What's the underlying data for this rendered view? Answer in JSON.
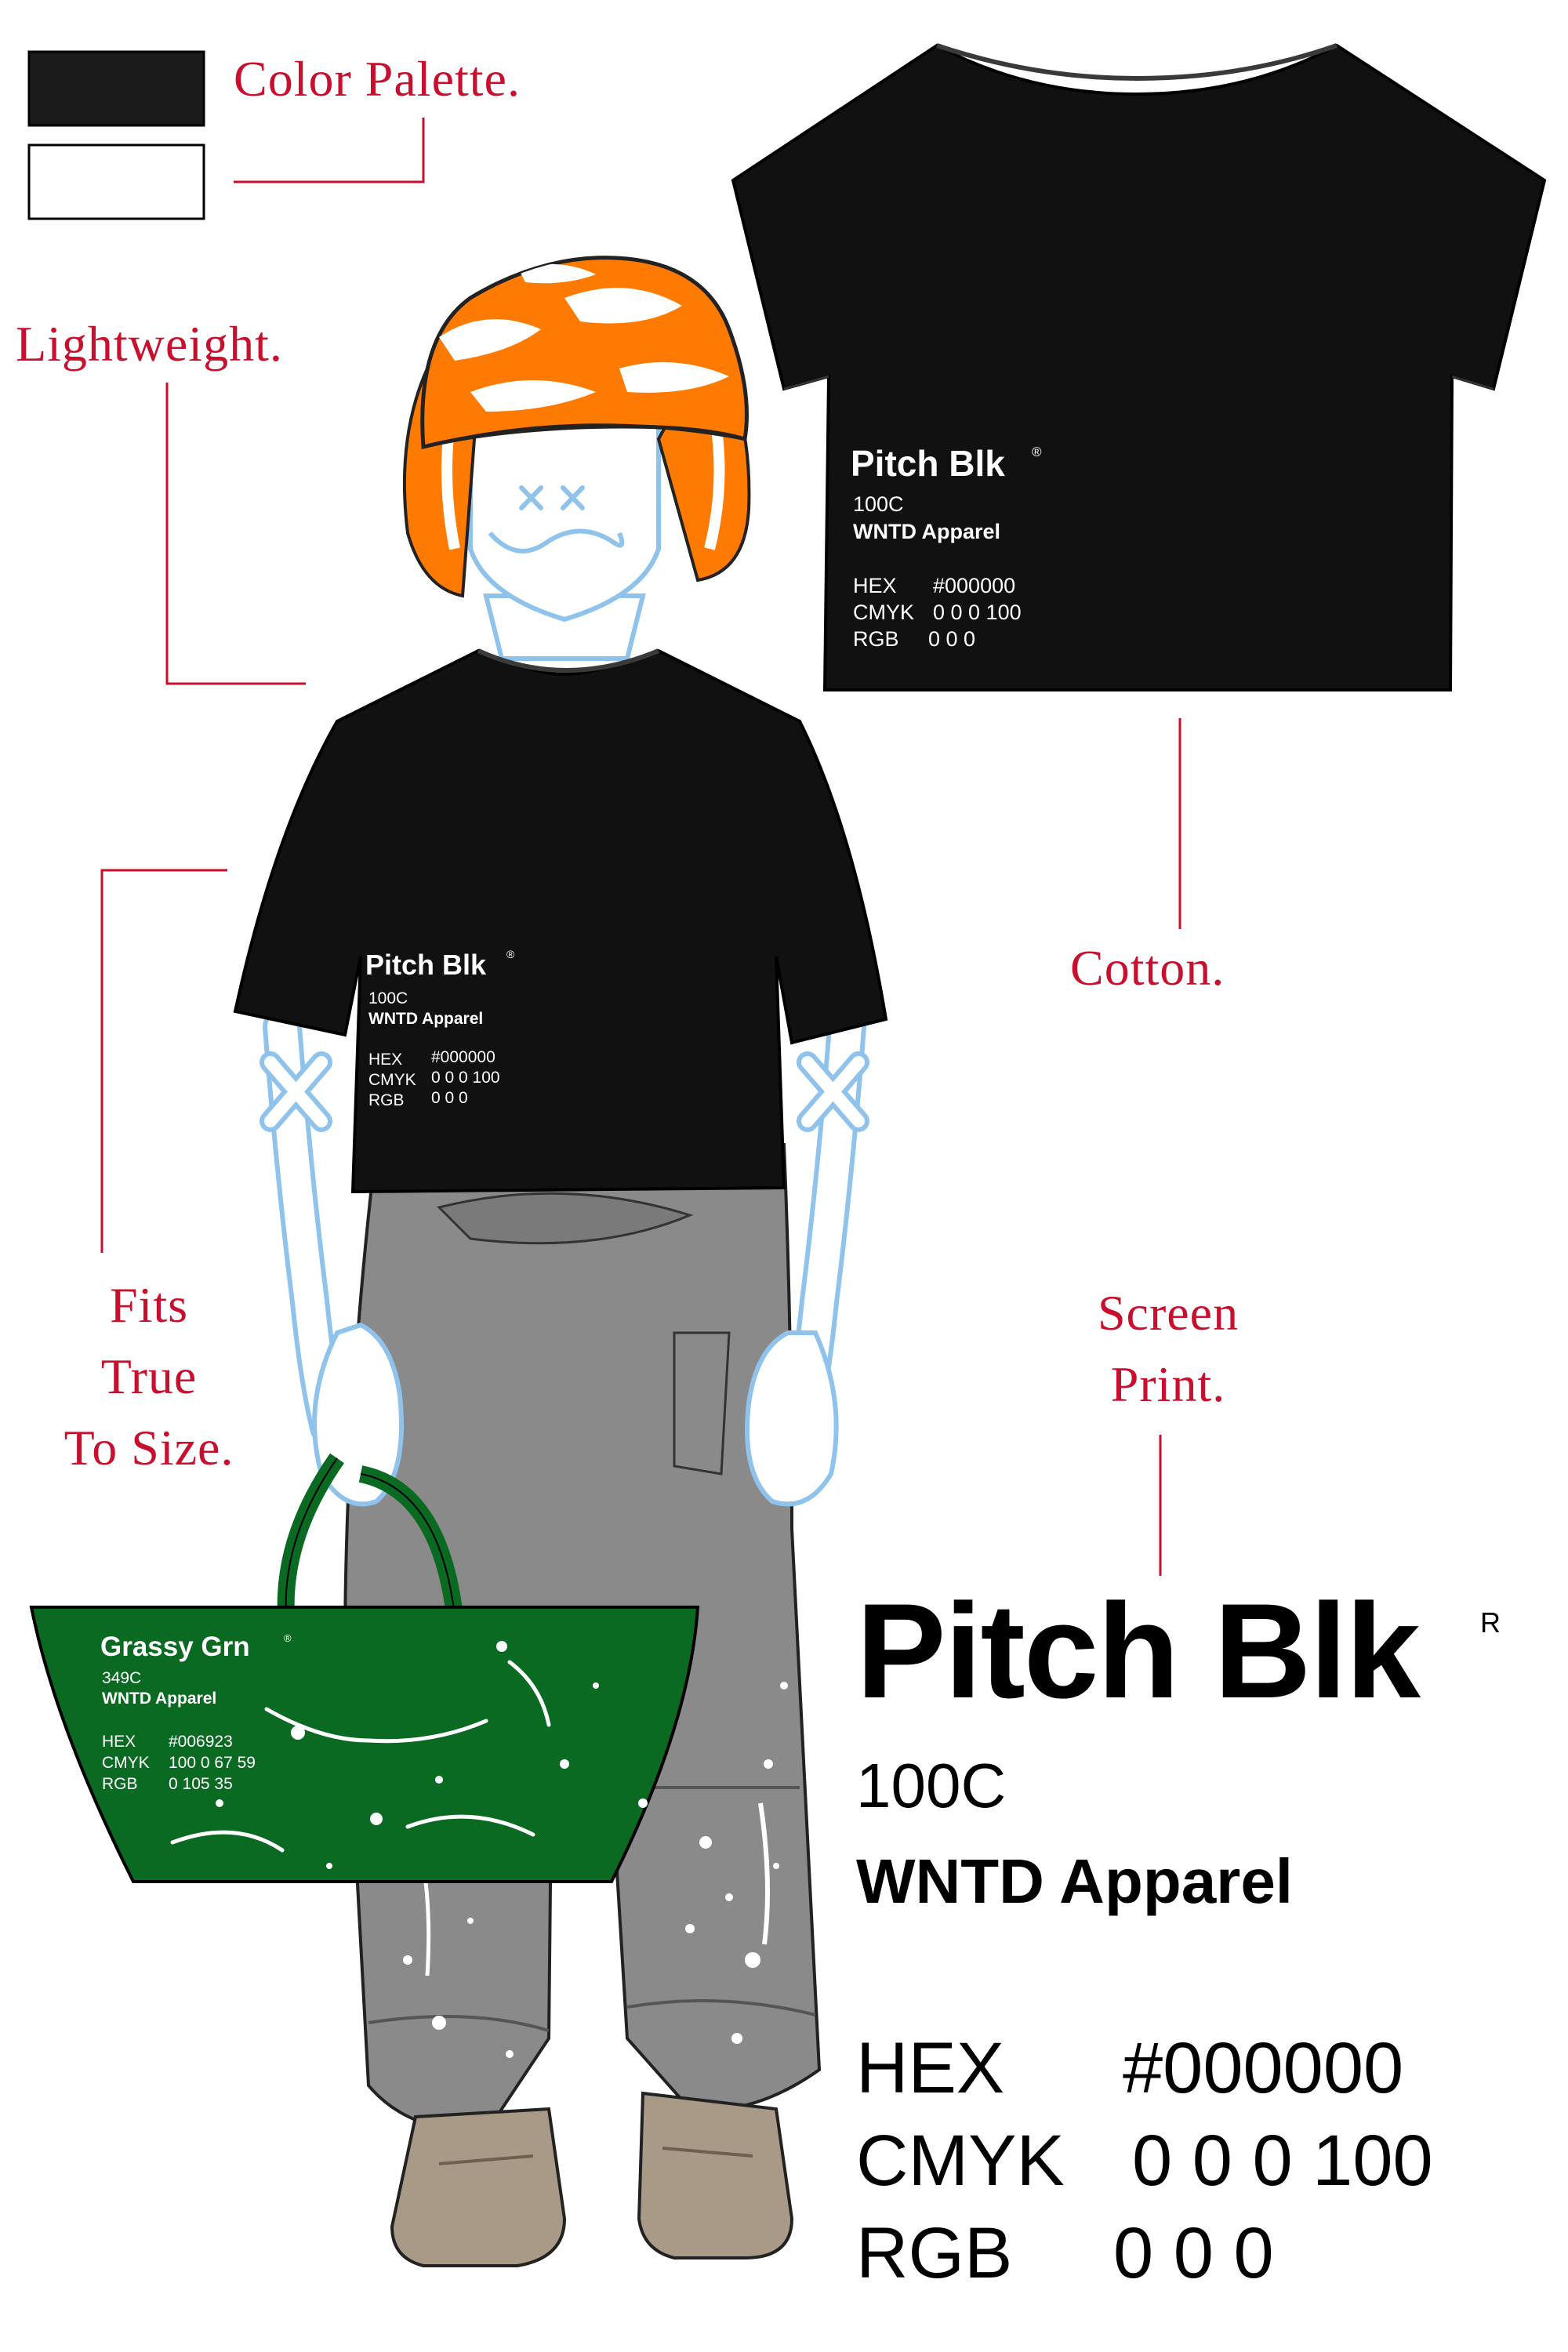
{
  "palette": {
    "colors": [
      "#000000",
      "#ffffff"
    ]
  },
  "annotations": {
    "color_palette": "Color Palette.",
    "lightweight": "Lightweight.",
    "cotton": "Cotton.",
    "fits_line1": "Fits",
    "fits_line2": "True",
    "fits_line3": "To Size.",
    "screen_line1": "Screen",
    "screen_line2": "Print."
  },
  "spec": {
    "name": "Pitch Blk",
    "registered_mark": "R",
    "code": "100C",
    "brand": "WNTD Apparel",
    "hex_label": "HEX",
    "hex_value": "#000000",
    "cmyk_label": "CMYK",
    "cmyk_value": "0 0 0 100",
    "rgb_label": "RGB",
    "rgb_value": "0 0 0"
  },
  "shirt_print": {
    "name": "Pitch Blk",
    "registered_mark": "®",
    "code": "100C",
    "brand": "WNTD Apparel",
    "hex_label": "HEX",
    "hex_value": "#000000",
    "cmyk_label": "CMYK",
    "cmyk_value": "0 0 0 100",
    "rgb_label": "RGB",
    "rgb_value": "0 0 0"
  },
  "bag_print": {
    "name": "Grassy Grn",
    "registered_mark": "®",
    "code": "349C",
    "brand": "WNTD Apparel",
    "hex_label": "HEX",
    "hex_value": "#006923",
    "cmyk_label": "CMYK",
    "cmyk_value": "100 0 67 59",
    "rgb_label": "RGB",
    "rgb_value": "0 105 35"
  },
  "colors": {
    "annotation_red": "#c8102e",
    "shirt_black": "#111111",
    "hat_orange": "#ff7a00",
    "pants_gray": "#8a8a8a",
    "bag_green": "#0b6a22",
    "body_blue": "#8fc3ec",
    "shoe_tan": "#a89a86"
  },
  "icons": [
    "flat-tshirt-icon",
    "figure-illustration",
    "tote-bag-icon"
  ]
}
